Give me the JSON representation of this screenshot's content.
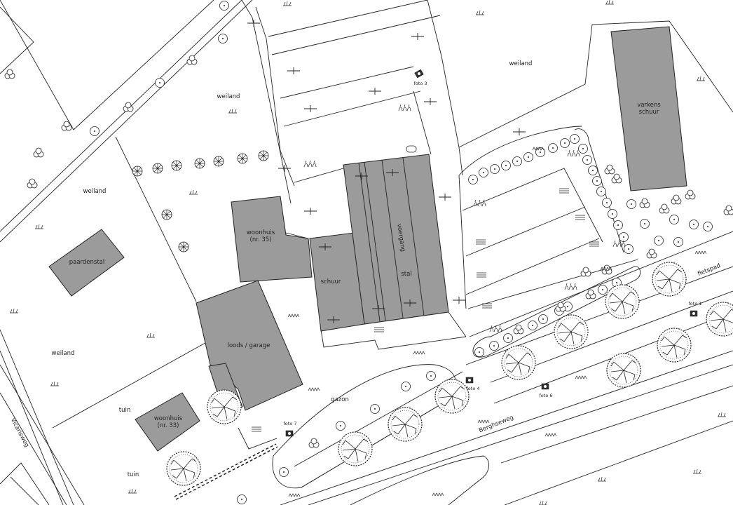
{
  "labels": {
    "weiland_top_right": "weiland",
    "weiland_mid": "weiland",
    "weiland_left": "weiland",
    "weiland_bottom_left": "weiland",
    "varkensschuur_1": "varkens",
    "varkensschuur_2": "schuur",
    "woonhuis35_1": "woonhuis",
    "woonhuis35_2": "(nr. 35)",
    "paardenstal": "paardenstal",
    "schuur": "schuur",
    "voergang": "voergang",
    "stal": "stal",
    "loods": "loods / garage",
    "woonhuis33_1": "woonhuis",
    "woonhuis33_2": "(nr. 33)",
    "tuin_1": "tuin",
    "tuin_2": "tuin",
    "gazon": "gazon",
    "vicarisweg": "Vicarisweg",
    "berghseweg": "Berghseweg",
    "fietspad": "fietspad",
    "foto1": "foto 1",
    "foto3": "foto 3",
    "foto4": "foto 4",
    "foto6": "foto 6",
    "foto7": "foto 7"
  },
  "colors": {
    "building_fill": "#9b9b9b",
    "line": "#222222",
    "background": "#ffffff"
  },
  "icons": [
    "camera-icon",
    "tree-icon",
    "shrub-icon",
    "grass-icon",
    "crop-icon"
  ]
}
